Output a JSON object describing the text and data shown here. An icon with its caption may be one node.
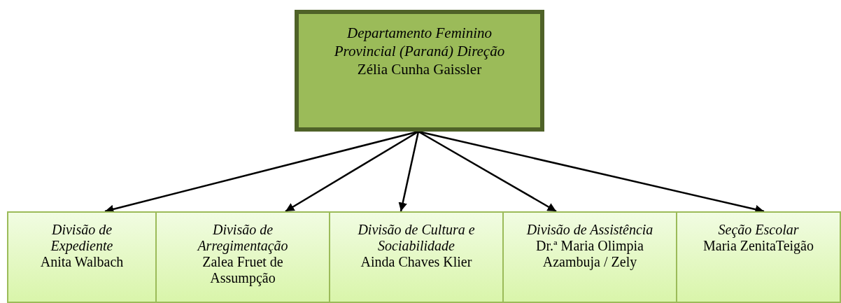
{
  "diagram": {
    "nodes": [
      {
        "text": [
          "Departamento Feminino Provincial (Paraná) Direção",
          "Zélia Cunha Gaissler"
        ]
      },
      {
        "text": [
          "Divisão de Expediente",
          "Anita Walbach"
        ]
      },
      {
        "text": [
          "Divisão de Arregimentação",
          "Zalea Fruet de Assumpção"
        ]
      },
      {
        "text": [
          "Divisão de Cultura e Sociabilidade",
          "Ainda Chaves Klier"
        ]
      },
      {
        "text": [
          "Divisão de Assistência",
          "Dr.ª Maria Olimpia Azambuja / Zely"
        ]
      },
      {
        "text": [
          "Seção Escolar",
          "Maria ZenitaTeigão"
        ]
      }
    ],
    "edges": [
      {
        "from": 0,
        "to": 1,
        "arrow": "to"
      },
      {
        "from": 0,
        "to": 2,
        "arrow": "to"
      },
      {
        "from": 0,
        "to": 3,
        "arrow": "to"
      },
      {
        "from": 0,
        "to": 4,
        "arrow": "to"
      },
      {
        "from": 0,
        "to": 5,
        "arrow": "to"
      }
    ]
  }
}
